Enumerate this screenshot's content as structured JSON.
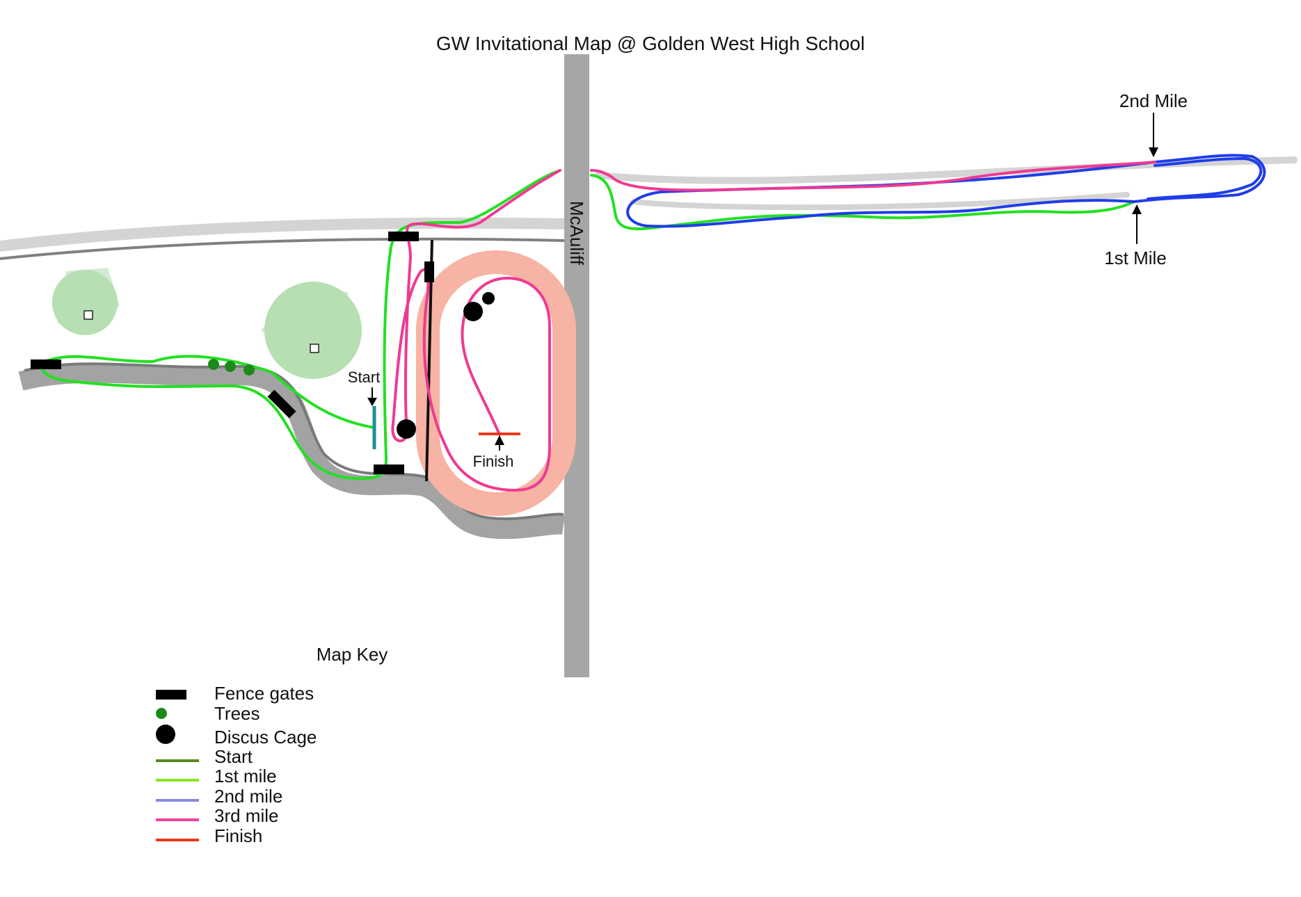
{
  "title": "GW Invitational Map @ Golden West High School",
  "road_name": "McAuliff",
  "markers": {
    "start": "Start",
    "finish": "Finish",
    "mile1": "1st Mile",
    "mile2": "2nd Mile"
  },
  "key": {
    "title": "Map Key",
    "items": [
      {
        "label": "Fence gates",
        "icon": "gate-icon"
      },
      {
        "label": "Trees",
        "icon": "tree-icon"
      },
      {
        "label": "Discus Cage",
        "icon": "discus-cage-icon"
      },
      {
        "label": "Start",
        "icon": "start-line-icon",
        "color": "#5a8a1e"
      },
      {
        "label": "1st mile",
        "icon": "mile1-line-icon",
        "color": "#86e61e"
      },
      {
        "label": "2nd mile",
        "icon": "mile2-line-icon",
        "color": "#8a8ae6"
      },
      {
        "label": "3rd mile",
        "icon": "mile3-line-icon",
        "color": "#f0429a"
      },
      {
        "label": "Finish",
        "icon": "finish-line-icon",
        "color": "#e8381c"
      }
    ]
  },
  "colors": {
    "road": "#a6a6a6",
    "path_light": "#d4d4d4",
    "green_route": "#22e022",
    "blue_route": "#1f3de8",
    "pink_route": "#ee3a93",
    "track": "#f7b3a3",
    "field_green": "#a9d9a5",
    "tree": "#1b8a1b",
    "start_line": "#1a8e97",
    "finish_line": "#e8381c"
  }
}
